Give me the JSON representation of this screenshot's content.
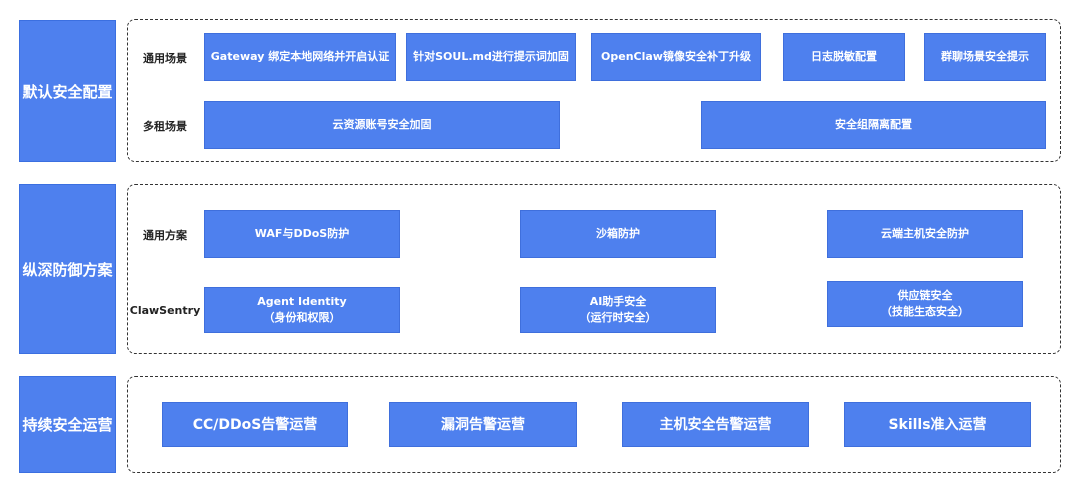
{
  "sections": [
    {
      "label": "默认安全配置",
      "rows": [
        {
          "label": "通用场景",
          "items": [
            "Gateway 绑定本地网络并开启认证",
            "针对SOUL.md进行提示词加固",
            "OpenClaw镜像安全补丁升级",
            "日志脱敏配置",
            "群聊场景安全提示"
          ]
        },
        {
          "label": "多租场景",
          "items": [
            "云资源账号安全加固",
            "安全组隔离配置"
          ]
        }
      ]
    },
    {
      "label": "纵深防御方案",
      "rows": [
        {
          "label": "通用方案",
          "items": [
            "WAF与DDoS防护",
            "沙箱防护",
            "云端主机安全防护"
          ]
        },
        {
          "label": "ClawSentry",
          "items": [
            {
              "line1": "Agent Identity",
              "line2": "（身份和权限）"
            },
            {
              "line1": "AI助手安全",
              "line2": "（运行时安全）"
            },
            {
              "line1": "供应链安全",
              "line2": "（技能生态安全）"
            }
          ]
        }
      ]
    },
    {
      "label": "持续安全运营",
      "items": [
        "CC/DDoS告警运营",
        "漏洞告警运营",
        "主机安全告警运营",
        "Skills准入运营"
      ]
    }
  ],
  "colors": {
    "box_fill": "#4e80ee",
    "box_text": "#ffffff",
    "panel_border": "#333333"
  }
}
